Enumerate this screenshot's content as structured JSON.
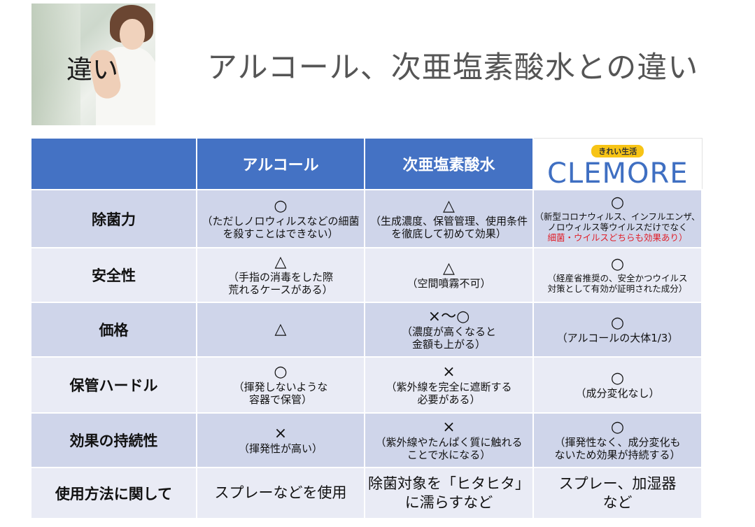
{
  "header": {
    "photo_label": "違い",
    "title": "アルコール、次亜塩素酸水との違い"
  },
  "table": {
    "columns": [
      "アルコール",
      "次亜塩素酸水"
    ],
    "brand": {
      "tag": "きれい生活",
      "name": "CLEMORE",
      "color": "#3f6fc2"
    },
    "rows": [
      {
        "label": "除菌力",
        "cells": [
          {
            "mark": "○",
            "note": [
              "（ただしノロウィルスなどの細菌",
              "を殺すことはできない）"
            ]
          },
          {
            "mark": "△",
            "note": [
              "（生成濃度、保管管理、使用条件",
              "を徹底して初めて効果）"
            ]
          },
          {
            "mark": "○",
            "note": [
              "（新型コロナウィルス、インフルエンザ、",
              "ノロウィルス等ウイルスだけでなく"
            ],
            "note_red": "細菌・ウイルスどちらも効果あり）"
          }
        ]
      },
      {
        "label": "安全性",
        "cells": [
          {
            "mark": "△",
            "note": [
              "（手指の消毒をした際",
              "荒れるケースがある）"
            ]
          },
          {
            "mark": "△",
            "note": [
              "（空間噴霧不可）"
            ]
          },
          {
            "mark": "○",
            "note": [
              "（経産省推奨の、安全かつウイルス",
              "対策として有効が証明された成分）"
            ]
          }
        ]
      },
      {
        "label": "価格",
        "cells": [
          {
            "mark": "△",
            "note": []
          },
          {
            "mark": "×～○",
            "note": [
              "（濃度が高くなると",
              "金額も上がる）"
            ]
          },
          {
            "mark": "○",
            "note": [
              "（アルコールの大体1/3）"
            ]
          }
        ]
      },
      {
        "label": "保管ハードル",
        "cells": [
          {
            "mark": "○",
            "note": [
              "（揮発しないような",
              "容器で保管）"
            ]
          },
          {
            "mark": "×",
            "note": [
              "（紫外線を完全に遮断する",
              "必要がある）"
            ]
          },
          {
            "mark": "○",
            "note": [
              "（成分変化なし）"
            ]
          }
        ]
      },
      {
        "label": "効果の持続性",
        "cells": [
          {
            "mark": "×",
            "note": [
              "（揮発性が高い）"
            ]
          },
          {
            "mark": "×",
            "note": [
              "（紫外線やたんぱく質に触れる",
              "ことで水になる）"
            ]
          },
          {
            "mark": "○",
            "note": [
              "（揮発性なく、成分変化も",
              "ないため効果が持続する）"
            ]
          }
        ]
      },
      {
        "label": "使用方法に関して",
        "cells": [
          {
            "big": [
              "スプレーなどを使用"
            ]
          },
          {
            "big": [
              "除菌対象を「ヒタヒタ」",
              "に濡らすなど"
            ]
          },
          {
            "big": [
              "スプレー、加湿器",
              "など"
            ]
          }
        ]
      }
    ]
  }
}
